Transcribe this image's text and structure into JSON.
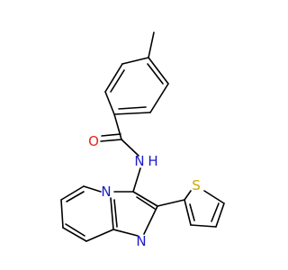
{
  "molecule": {
    "colors": {
      "carbon_bond": "#000000",
      "nitrogen": "#1a1acc",
      "oxygen": "#e6251f",
      "sulfur": "#c8a800",
      "background": "#ffffff"
    },
    "atoms": {
      "oxygen": {
        "symbol": "O"
      },
      "amide_nitrogen": {
        "symbol": "N",
        "hydrogen": "H"
      },
      "bridgehead_nitrogen": {
        "symbol": "N"
      },
      "ring_nitrogen": {
        "symbol": "N"
      },
      "sulfur": {
        "symbol": "S"
      }
    }
  }
}
